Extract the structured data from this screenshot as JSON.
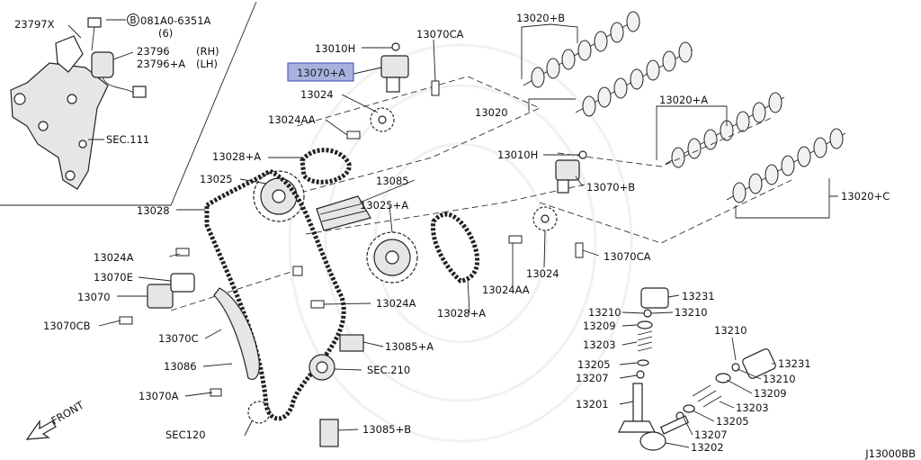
{
  "labels": {
    "l_23797x": "23797X",
    "l_081a0": "081A0-6351A",
    "l_081a0_qty": "(6)",
    "l_bolt_b": "B",
    "l_23796": "23796",
    "l_23796_rh": "(RH)",
    "l_23796a": "23796+A",
    "l_23796a_lh": "(LH)",
    "l_sec111": "SEC.111",
    "l_13010h_a": "13010H",
    "l_13070ca_a": "13070CA",
    "l_13070a_hl": "13070+A",
    "l_13024_a": "13024",
    "l_13024aa_a": "13024AA",
    "l_13020b": "13020+B",
    "l_13020": "13020",
    "l_13020a": "13020+A",
    "l_13020c": "13020+C",
    "l_13010h_b": "13010H",
    "l_13070b": "13070+B",
    "l_13028a_top": "13028+A",
    "l_13025": "13025",
    "l_13085": "13085",
    "l_13025a": "13025+A",
    "l_13028": "13028",
    "l_13024a": "13024A",
    "l_13070e": "13070E",
    "l_13070": "13070",
    "l_13070cb": "13070CB",
    "l_13070c": "13070C",
    "l_13086": "13086",
    "l_13070a": "13070A",
    "l_sec120": "SEC120",
    "l_front": "FRONT",
    "l_13024a_mid": "13024A",
    "l_13085a": "13085+A",
    "l_sec210": "SEC.210",
    "l_13085b": "13085+B",
    "l_13028a_bot": "13028+A",
    "l_13024aa_b": "13024AA",
    "l_13024_b": "13024",
    "l_13070ca_b": "13070CA",
    "l_13231_a": "13231",
    "l_13210_a": "13210",
    "l_13210_b": "13210",
    "l_13209_a": "13209",
    "l_13203_a": "13203",
    "l_13205_a": "13205",
    "l_13207_a": "13207",
    "l_13201": "13201",
    "l_13210_c": "13210",
    "l_13231_b": "13231",
    "l_13210_d": "13210",
    "l_13209_b": "13209",
    "l_13203_b": "13203",
    "l_13205_b": "13205",
    "l_13207_b": "13207",
    "l_13202": "13202",
    "l_ref": "J13000BB"
  },
  "colors": {
    "highlight_bg": "#a8b2e0",
    "highlight_border": "#3b4aa8",
    "ink": "#222222"
  },
  "icons": {
    "front": "front-arrow-icon",
    "bolt_b": "circled-b-icon"
  }
}
